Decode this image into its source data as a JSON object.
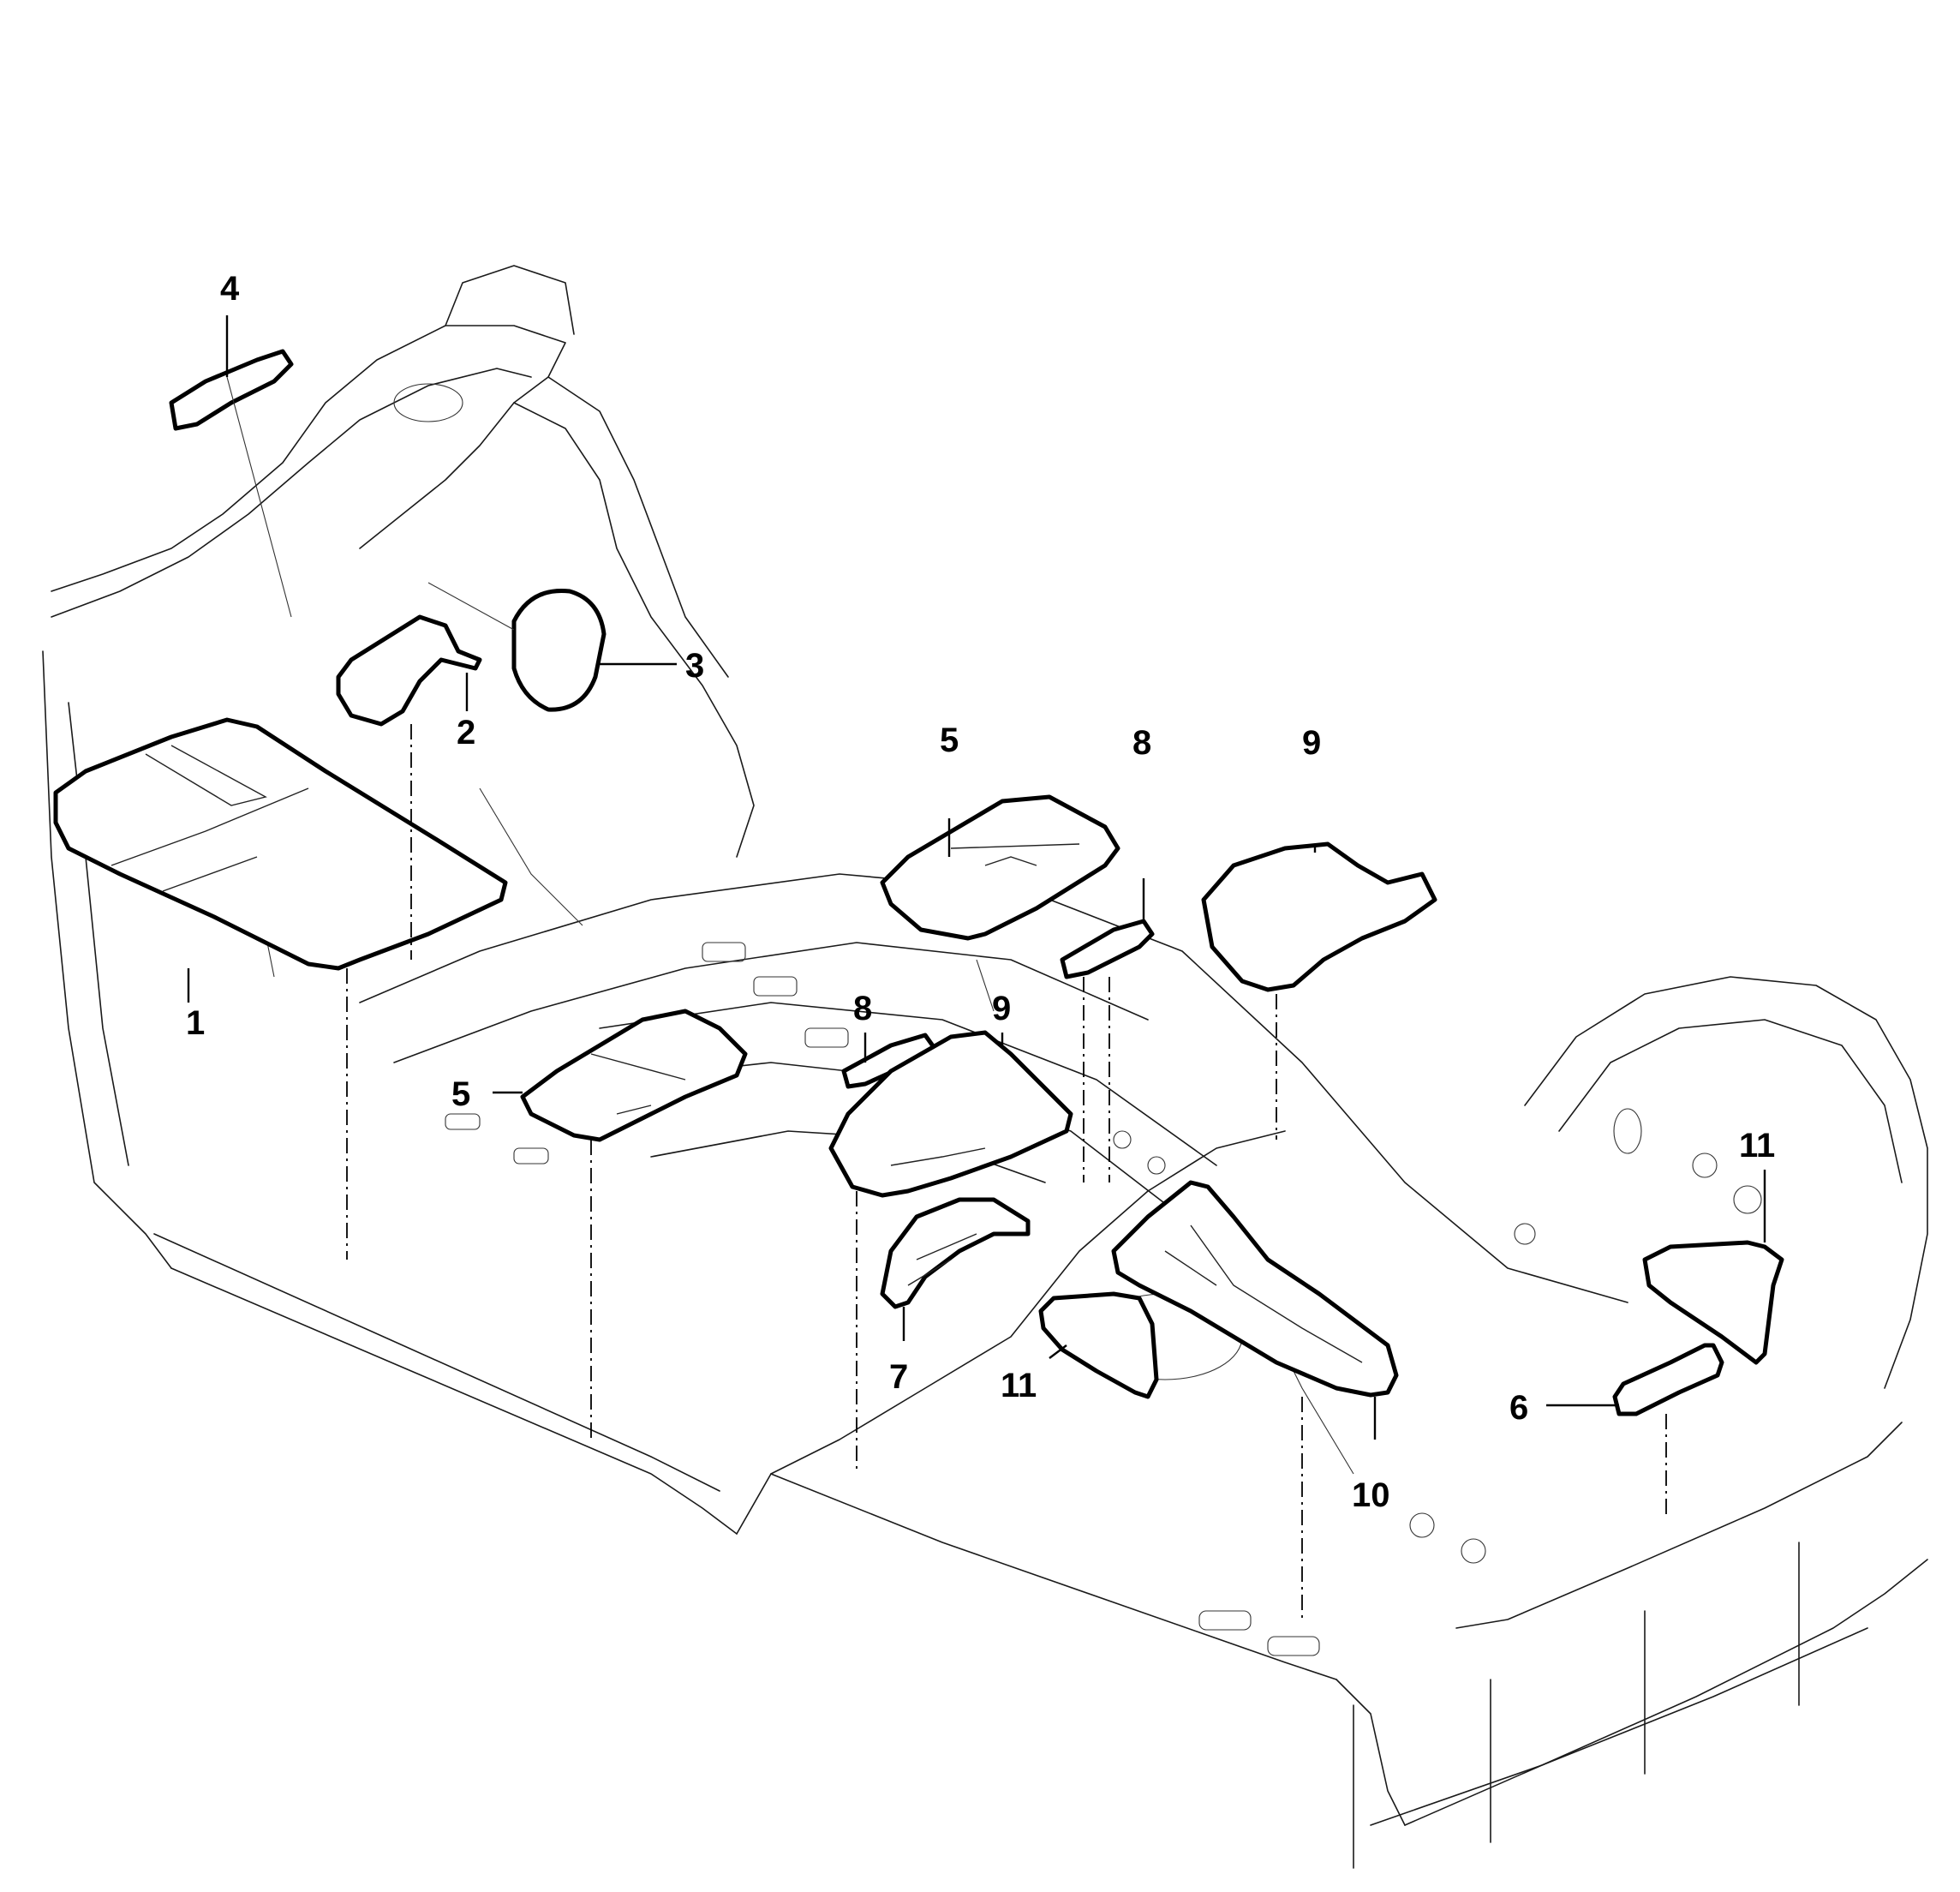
{
  "diagram": {
    "callouts": [
      {
        "id": "c4",
        "label": "4"
      },
      {
        "id": "c3",
        "label": "3"
      },
      {
        "id": "c2",
        "label": "2"
      },
      {
        "id": "c1",
        "label": "1"
      },
      {
        "id": "c5a",
        "label": "5"
      },
      {
        "id": "c5b",
        "label": "5"
      },
      {
        "id": "c8a",
        "label": "8"
      },
      {
        "id": "c8b",
        "label": "8"
      },
      {
        "id": "c9a",
        "label": "9"
      },
      {
        "id": "c9b",
        "label": "9"
      },
      {
        "id": "c7",
        "label": "7"
      },
      {
        "id": "c11a",
        "label": "11"
      },
      {
        "id": "c11b",
        "label": "11"
      },
      {
        "id": "c10",
        "label": "10"
      },
      {
        "id": "c6",
        "label": "6"
      }
    ],
    "colors": {
      "line": "#000000",
      "background": "#ffffff"
    }
  }
}
